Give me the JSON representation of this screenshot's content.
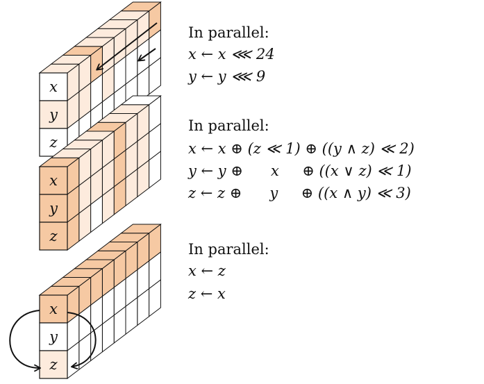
{
  "stages": [
    {
      "labels": [
        "x",
        "y",
        "z"
      ],
      "heading": "In parallel:",
      "lines": [
        "x ← x ⋘ 24",
        "y ← y ⋘ 9"
      ]
    },
    {
      "labels": [
        "x",
        "y",
        "z"
      ],
      "heading": "In parallel:",
      "lines": [
        "x ← x ⊕ (z ≪ 1) ⊕ ((y ∧ z) ≪ 2)",
        "y ← y ⊕      x     ⊕ ((x ∨ z) ≪ 1)",
        "z ← z ⊕      y     ⊕ ((x ∧ y) ≪ 3)"
      ]
    },
    {
      "labels": [
        "x",
        "y",
        "z"
      ],
      "heading": "In parallel:",
      "lines": [
        "x ← z",
        "z ← x"
      ]
    }
  ],
  "colors": {
    "orange": "#f6c9a3",
    "light": "#fdebdd",
    "white": "#ffffff",
    "stroke": "#111111"
  }
}
